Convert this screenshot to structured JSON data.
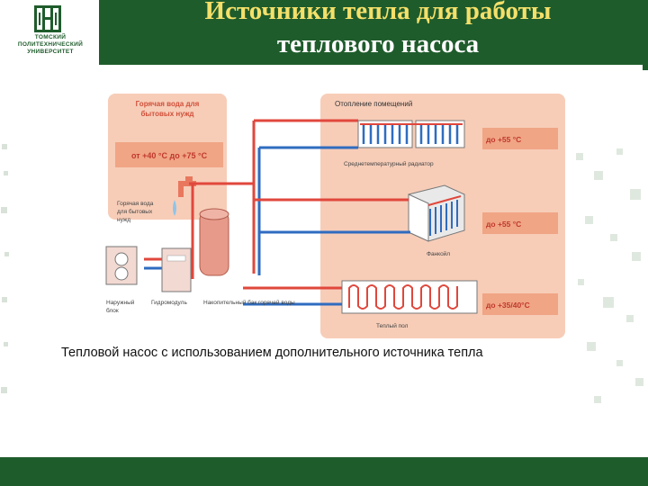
{
  "header": {
    "logo_lines": [
      "ТОМСКИЙ",
      "ПОЛИТЕХНИЧЕСКИЙ",
      "УНИВЕРСИТЕТ"
    ],
    "title_line1": "Источники тепла для работы",
    "title_line2": "теплового насоса"
  },
  "diagram": {
    "hot_water_box_title_1": "Горячая вода для",
    "hot_water_box_title_2": "бытовых нужд",
    "hot_water_range": "от +40 °C до +75 °C",
    "tap_label_1": "Горячая вода",
    "tap_label_2": "для бытовых",
    "tap_label_3": "нужд",
    "heating_title": "Отопление помещений",
    "temp_radiator": "до +55 °C",
    "radiator_label": "Среднетемпературный радиатор",
    "temp_fancoil": "до +55 °C",
    "fancoil_label": "Фанкойл",
    "temp_floor": "до +35/40°C",
    "floor_label": "Теплый пол",
    "outdoor_unit_1": "Наружный",
    "outdoor_unit_2": "блок",
    "hydromodule": "Гидромодуль",
    "tank": "Накопительный бак горячей воды"
  },
  "caption": "Тепловой насос с использованием дополнительного источника тепла",
  "colors": {
    "brand_green": "#1f5c2c",
    "title_yellow": "#f5e06a",
    "panel_peach": "#f7cdb8",
    "label_box": "#f0a585",
    "hot_pipe": "#e0473c",
    "cold_pipe": "#2f6cc0"
  }
}
